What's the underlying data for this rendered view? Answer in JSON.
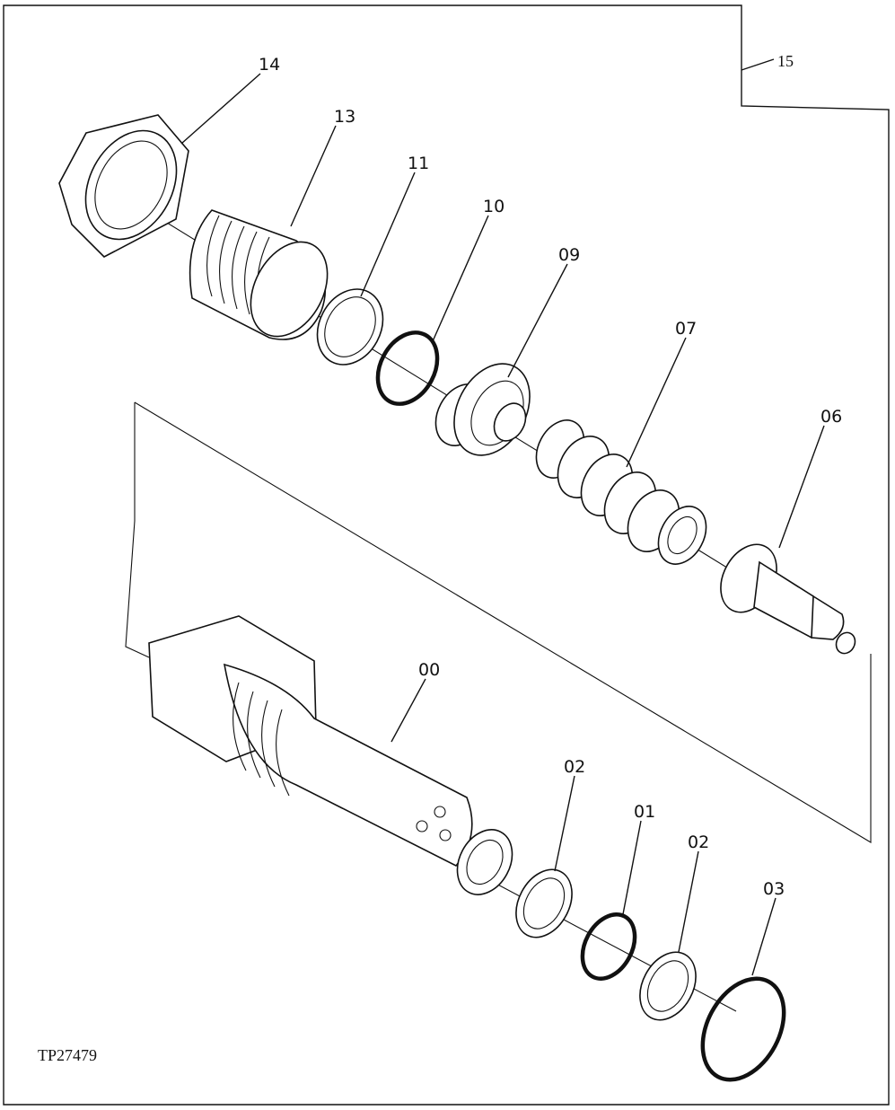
{
  "figure_id": "TP27479",
  "callouts": {
    "p14": "14",
    "p13": "13",
    "p11": "11",
    "p10": "10",
    "p09": "09",
    "p07": "07",
    "p06": "06",
    "p15": "15",
    "p00": "00",
    "p02a": "02",
    "p01": "01",
    "p02b": "02",
    "p03": "03"
  }
}
